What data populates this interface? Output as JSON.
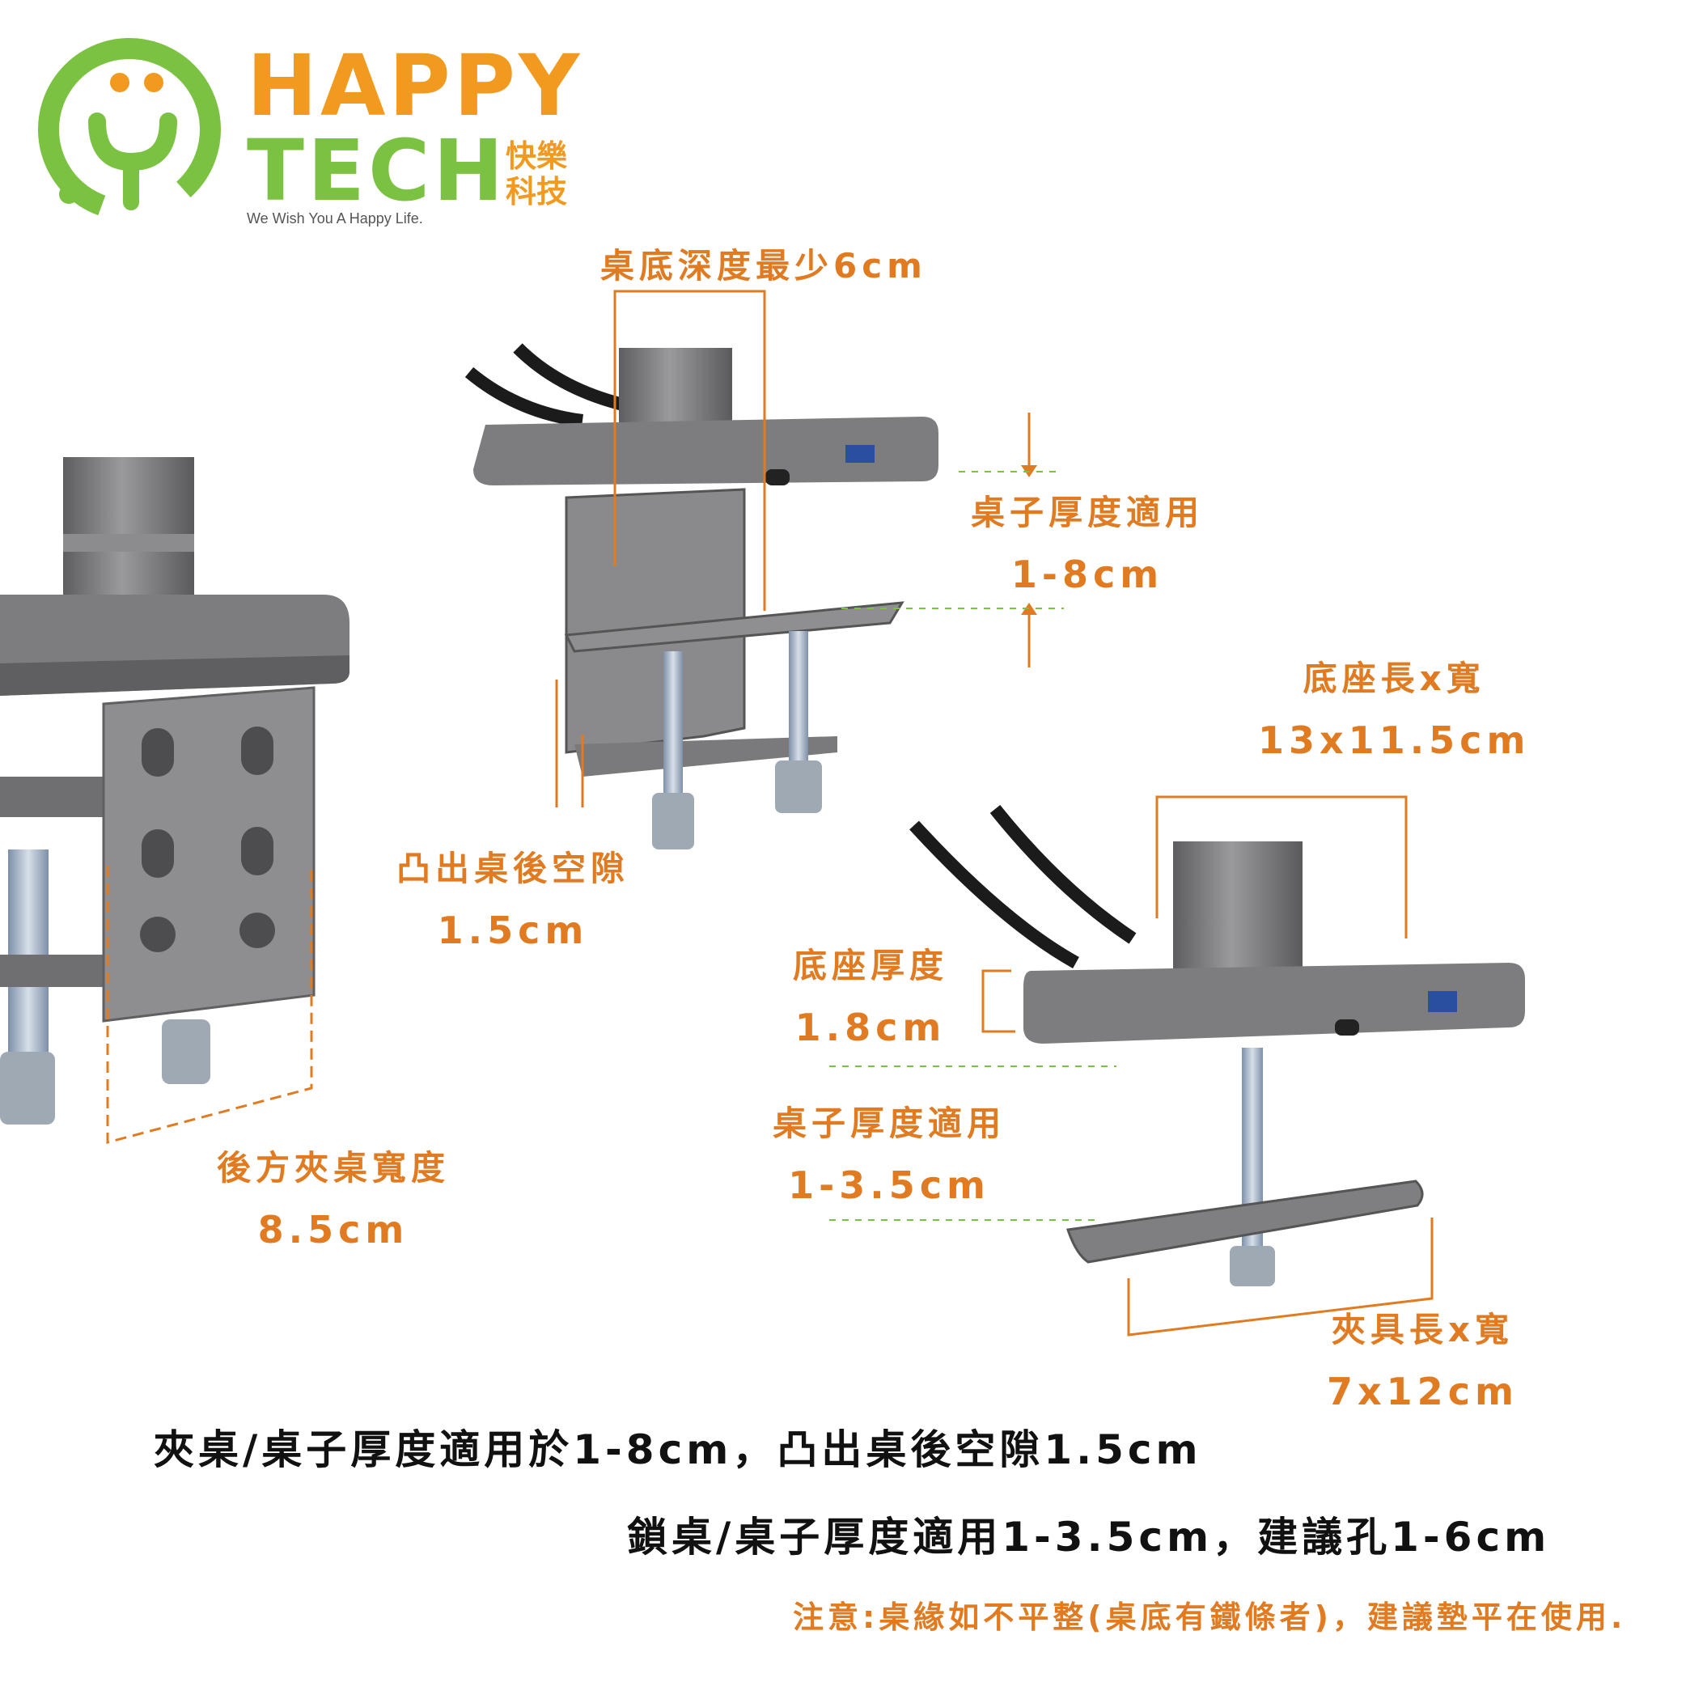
{
  "logo": {
    "word1": "HAPPY",
    "word2": "TECH",
    "chinese_line1": "快樂",
    "chinese_line2": "科技",
    "tagline": "We Wish You A Happy Life."
  },
  "labels": {
    "desk_depth": "桌底深度最少6cm",
    "thickness_clamp_title": "桌子厚度適用",
    "thickness_clamp_value": "1-8cm",
    "base_size_title": "底座長x寬",
    "base_size_value": "13x11.5cm",
    "gap_title": "凸出桌後空隙",
    "gap_value": "1.5cm",
    "base_thickness_title": "底座厚度",
    "base_thickness_value": "1.8cm",
    "thickness_grommet_title": "桌子厚度適用",
    "thickness_grommet_value": "1-3.5cm",
    "rear_width_title": "後方夾桌寬度",
    "rear_width_value": "8.5cm",
    "plate_size_title": "夾具長x寬",
    "plate_size_value": "7x12cm"
  },
  "notes": {
    "line1": "夾桌/桌子厚度適用於1-8cm，凸出桌後空隙1.5cm",
    "line2": "鎖桌/桌子厚度適用1-3.5cm，建議孔1-6cm",
    "warning": "注意:桌緣如不平整(桌底有鐵條者)，建議墊平在使用."
  },
  "colors": {
    "accent": "#e07b22",
    "logo_green": "#7cc242",
    "metal": "#7d7d7f",
    "text": "#111111"
  }
}
